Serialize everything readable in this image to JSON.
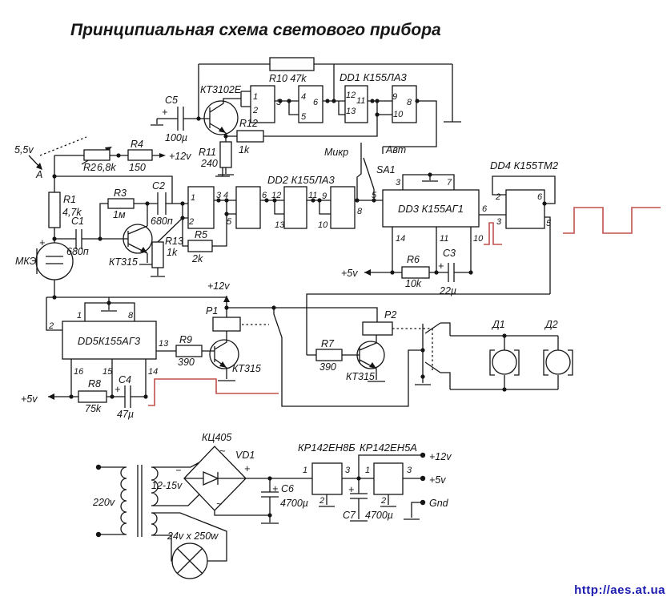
{
  "title": "Принципиальная схема светового прибора",
  "watermark": "http://aes.at.ua",
  "colors": {
    "ink": "#151515",
    "waveform_red": "#c0504d",
    "link_blue": "#1b1bb0"
  },
  "osc": {
    "c5": "C5",
    "c5_plus": "+",
    "c5_val": "100µ",
    "vt": "КТ3102Е",
    "r10": "R10 47k",
    "dd1": "DD1 К155ЛА3",
    "r12": "R12",
    "r12_val": "1k",
    "r11": "R11",
    "r11_val": "240",
    "pins": [
      "1",
      "2",
      "3",
      "4",
      "5",
      "6",
      "12",
      "13",
      "11",
      "9",
      "10",
      "8"
    ]
  },
  "input": {
    "v55": "5,5v",
    "a": "A",
    "r2": "R2",
    "r2_val": "6,8k",
    "r4": "R4",
    "r4_val": "150",
    "v12": "+12v",
    "r1": "R1",
    "r1_val": "4,7k",
    "c1": "C1",
    "c1_val": "680п",
    "mic": "МКЭ",
    "mic_plus": "+",
    "r3": "R3",
    "r3_val": "1м",
    "vt": "КТ315",
    "c2": "C2",
    "c2_val": "680п",
    "r13": "R13",
    "r13_val": "1k",
    "r5": "R5",
    "r5_val": "2k"
  },
  "dd2": {
    "name": "DD2 К155ЛА3",
    "pins": [
      "1",
      "2",
      "3",
      "4",
      "5",
      "6",
      "12",
      "13",
      "11",
      "9",
      "10",
      "8"
    ]
  },
  "sa1": {
    "mic": "Микр",
    "avt": "Авт",
    "name": "SA1"
  },
  "dd3": {
    "name": "DD3 К155АГ1",
    "p3": "3",
    "p7": "7",
    "p5": "5",
    "p6": "6",
    "p14": "14",
    "p11": "11",
    "p10": "10",
    "r6": "R6",
    "r6_val": "10k",
    "c3": "C3",
    "c3_plus": "+",
    "c3_val": "22µ",
    "v5": "+5v"
  },
  "dd4": {
    "name": "DD4 К155ТМ2",
    "p2": "2",
    "p3": "3",
    "p6": "6",
    "p5": "5"
  },
  "dd5": {
    "name": "DD5К155АГ3",
    "p1": "1",
    "p8": "8",
    "p2": "2",
    "p13": "13",
    "p16": "16",
    "p15": "15",
    "p14": "14",
    "r8": "R8",
    "r8_val": "75k",
    "c4": "C4",
    "c4_plus": "+",
    "c4_val": "47µ",
    "v5": "+5v"
  },
  "drv1": {
    "r9": "R9",
    "r9_val": "390",
    "vt": "КТ315",
    "relay": "P1",
    "v12": "+12v"
  },
  "drv2": {
    "r7": "R7",
    "r7_val": "390",
    "vt": "КТ315",
    "relay": "P2"
  },
  "lamps": {
    "d1": "Д1",
    "d2": "Д2"
  },
  "psu": {
    "v220": "220v",
    "sec": "12-15v",
    "lamp": "24v x 250w",
    "bridge": "КЦ405",
    "vd1": "VD1",
    "minus": "−",
    "plus": "+",
    "ac1": "~",
    "ac2": "~",
    "c6": "C6",
    "c6_plus": "+",
    "c6_val": "4700µ",
    "c7": "C7",
    "c7_plus": "+",
    "c7_val": "4700µ",
    "reg1": "КР142ЕН8Б",
    "reg2": "КР142ЕН5А",
    "reg1_pins": [
      "1",
      "3",
      "2"
    ],
    "reg2_pins": [
      "1",
      "3",
      "2"
    ],
    "v12": "+12v",
    "v5": "+5v",
    "gnd": "Gnd"
  }
}
